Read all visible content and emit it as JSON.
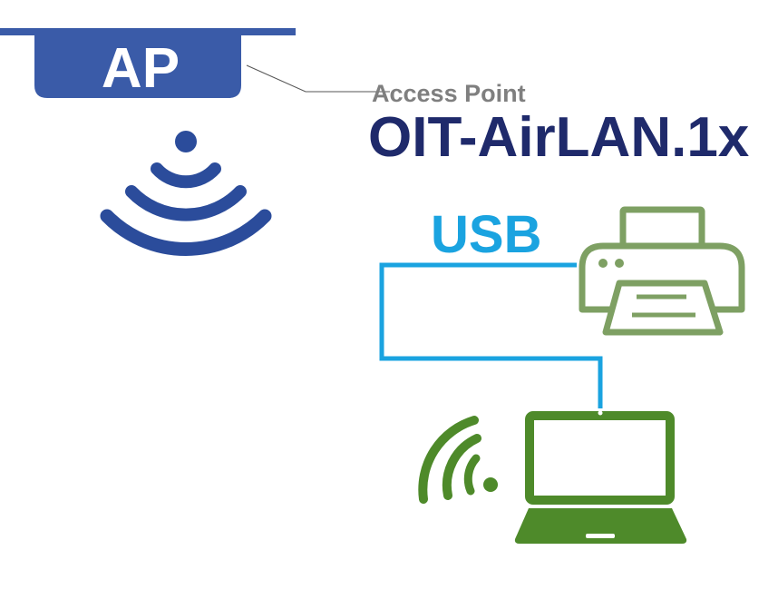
{
  "access_point": {
    "badge_label": "AP",
    "caption": "Access Point",
    "ssid": "OIT-AirLAN.1x"
  },
  "connection": {
    "label": "USB"
  },
  "icons": {
    "ap_wifi": "wifi-signal-icon",
    "printer": "printer-icon",
    "laptop": "laptop-icon",
    "laptop_wifi": "wifi-signal-icon"
  },
  "colors": {
    "ap_blue": "#3a5ba8",
    "wifi_blue": "#2b4c9b",
    "ssid_navy": "#1f2a6b",
    "caption_gray": "#7f7f7f",
    "usb_cyan": "#1aa3e0",
    "printer_green": "#7ea063",
    "laptop_green": "#4e8a2a"
  }
}
